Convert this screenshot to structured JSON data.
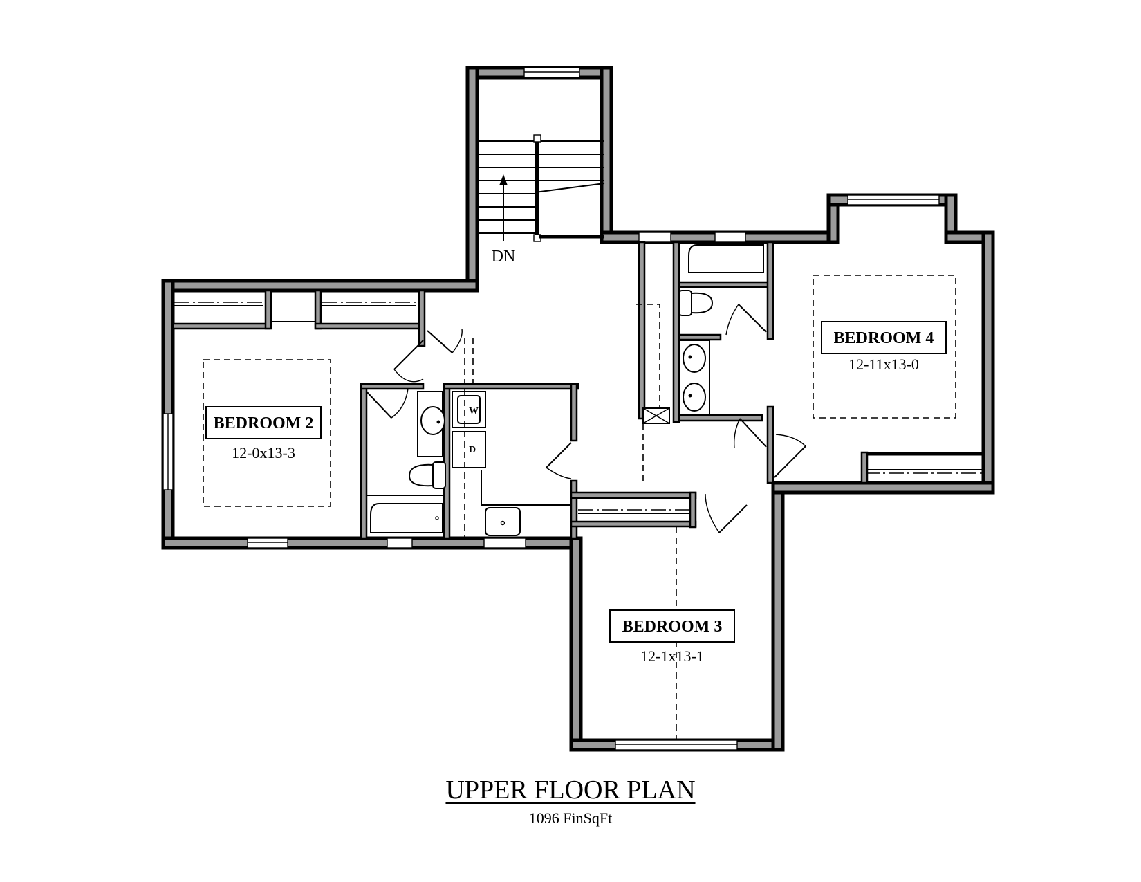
{
  "plan": {
    "title": "UPPER FLOOR PLAN",
    "subtitle": "1096 FinSqFt",
    "stair_label": "DN",
    "washer_label": "W",
    "dryer_label": "D"
  },
  "rooms": [
    {
      "name": "BEDROOM 2",
      "dims": "12-0x13-3"
    },
    {
      "name": "BEDROOM 3",
      "dims": "12-1x13-1"
    },
    {
      "name": "BEDROOM 4",
      "dims": "12-11x13-0"
    }
  ],
  "colors": {
    "wall_fill": "#9b9b9b",
    "line": "#000000",
    "background": "#ffffff"
  }
}
